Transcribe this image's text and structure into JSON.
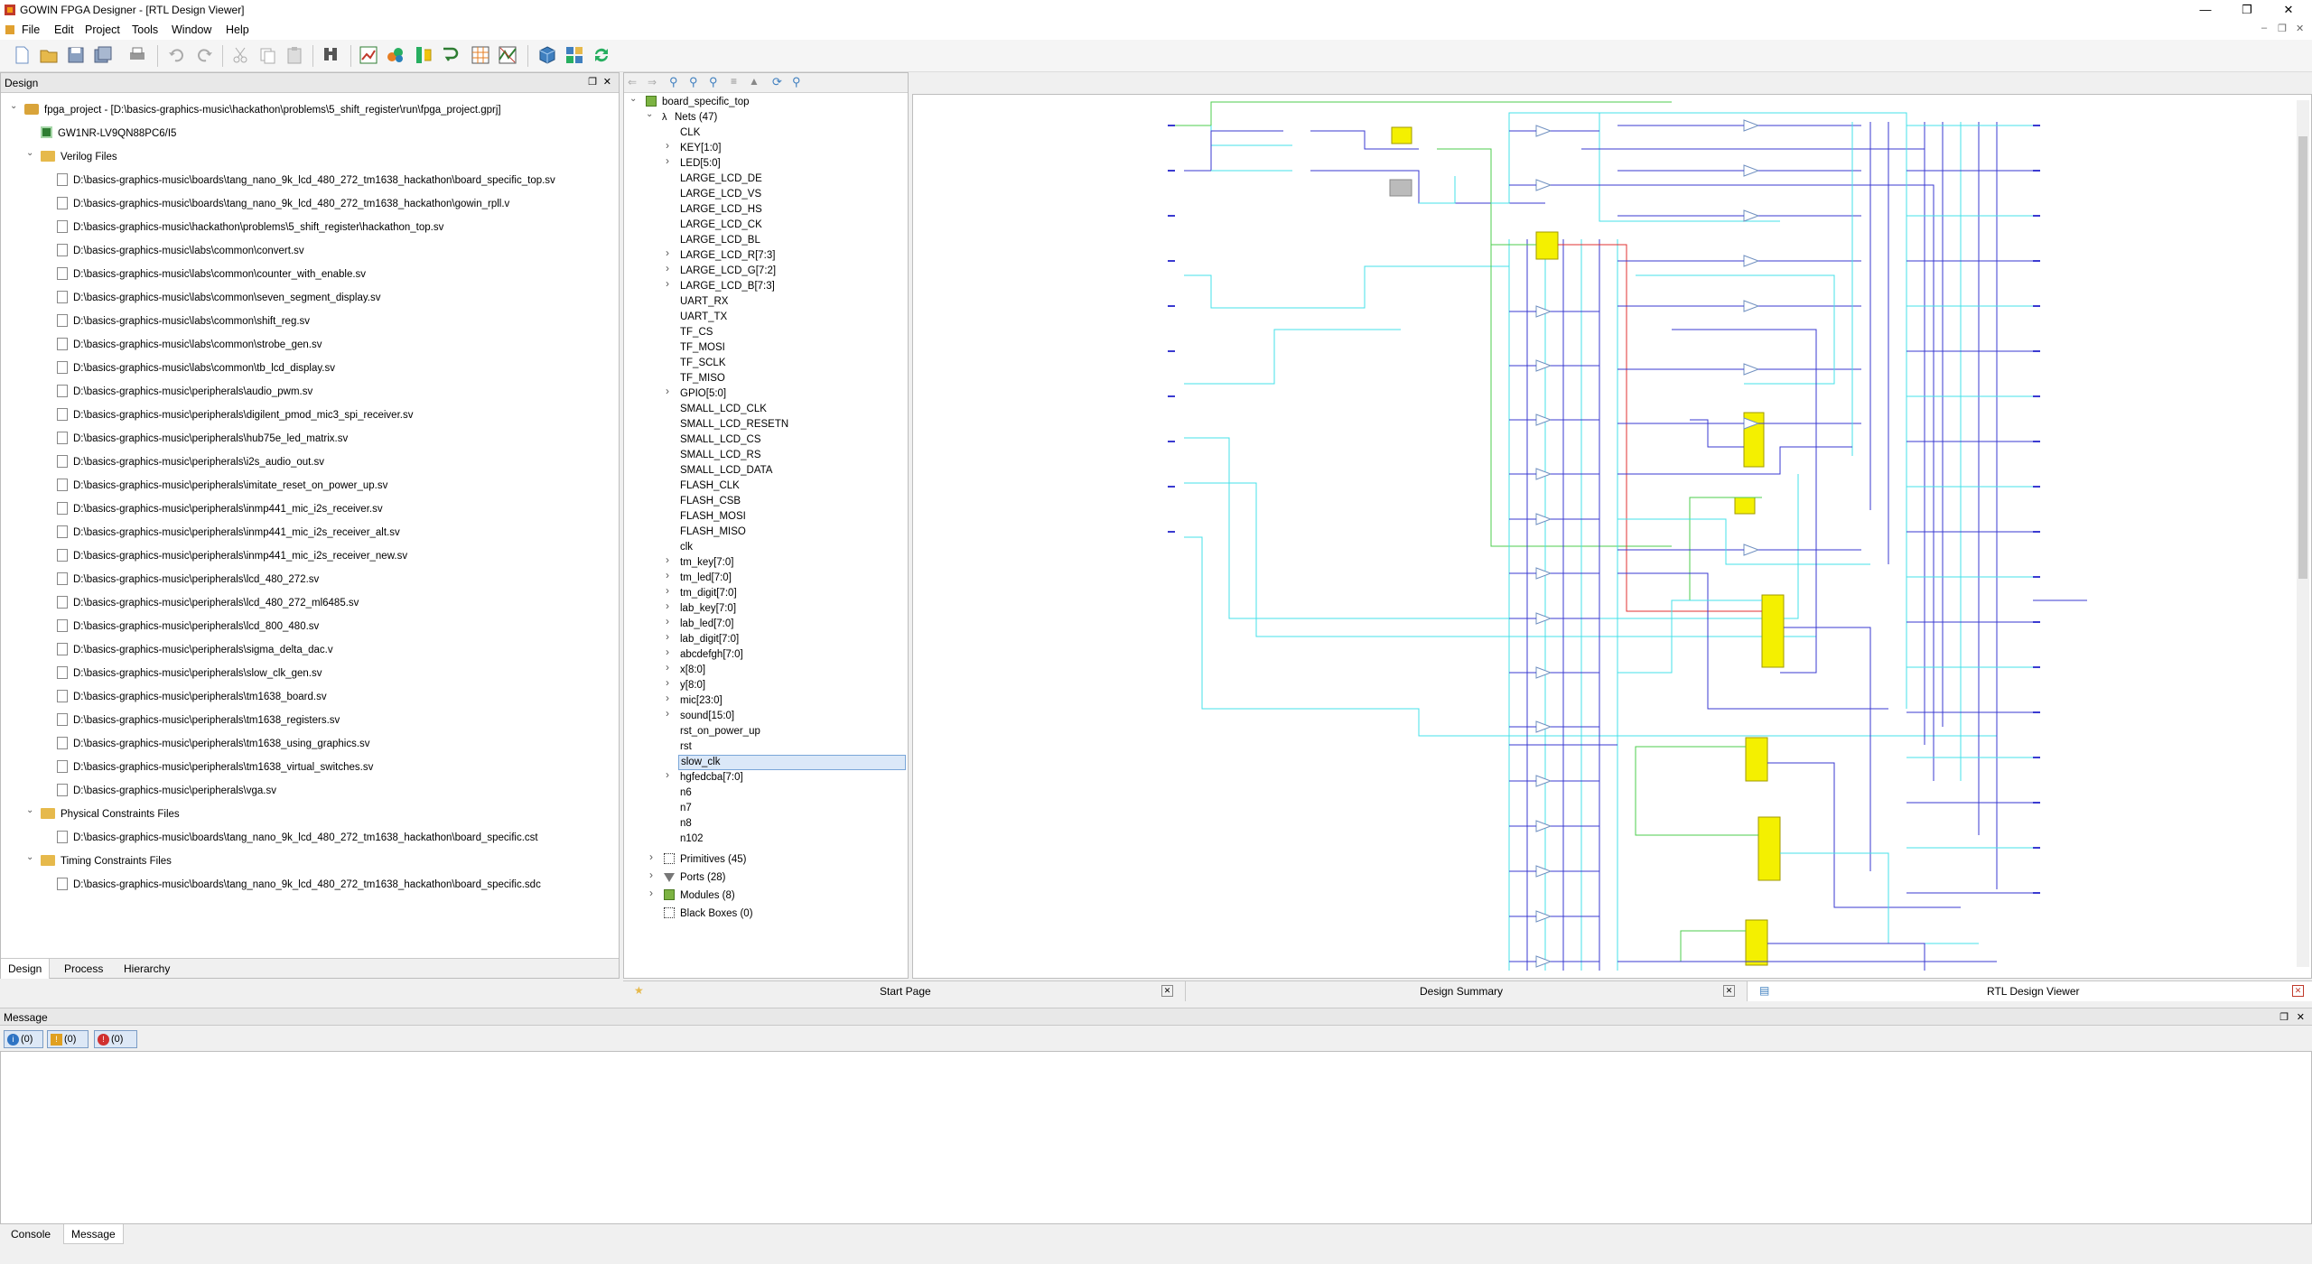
{
  "window": {
    "title": "GOWIN FPGA Designer - [RTL Design Viewer]"
  },
  "menu": [
    "File",
    "Edit",
    "Project",
    "Tools",
    "Window",
    "Help"
  ],
  "design_panel": {
    "title": "Design",
    "project": "fpga_project - [D:\\basics-graphics-music\\hackathon\\problems\\5_shift_register\\run\\fpga_project.gprj]",
    "device": "GW1NR-LV9QN88PC6/I5",
    "verilog_folder": "Verilog Files",
    "verilog_files": [
      "D:\\basics-graphics-music\\boards\\tang_nano_9k_lcd_480_272_tm1638_hackathon\\board_specific_top.sv",
      "D:\\basics-graphics-music\\boards\\tang_nano_9k_lcd_480_272_tm1638_hackathon\\gowin_rpll.v",
      "D:\\basics-graphics-music\\hackathon\\problems\\5_shift_register\\hackathon_top.sv",
      "D:\\basics-graphics-music\\labs\\common\\convert.sv",
      "D:\\basics-graphics-music\\labs\\common\\counter_with_enable.sv",
      "D:\\basics-graphics-music\\labs\\common\\seven_segment_display.sv",
      "D:\\basics-graphics-music\\labs\\common\\shift_reg.sv",
      "D:\\basics-graphics-music\\labs\\common\\strobe_gen.sv",
      "D:\\basics-graphics-music\\labs\\common\\tb_lcd_display.sv",
      "D:\\basics-graphics-music\\peripherals\\audio_pwm.sv",
      "D:\\basics-graphics-music\\peripherals\\digilent_pmod_mic3_spi_receiver.sv",
      "D:\\basics-graphics-music\\peripherals\\hub75e_led_matrix.sv",
      "D:\\basics-graphics-music\\peripherals\\i2s_audio_out.sv",
      "D:\\basics-graphics-music\\peripherals\\imitate_reset_on_power_up.sv",
      "D:\\basics-graphics-music\\peripherals\\inmp441_mic_i2s_receiver.sv",
      "D:\\basics-graphics-music\\peripherals\\inmp441_mic_i2s_receiver_alt.sv",
      "D:\\basics-graphics-music\\peripherals\\inmp441_mic_i2s_receiver_new.sv",
      "D:\\basics-graphics-music\\peripherals\\lcd_480_272.sv",
      "D:\\basics-graphics-music\\peripherals\\lcd_480_272_ml6485.sv",
      "D:\\basics-graphics-music\\peripherals\\lcd_800_480.sv",
      "D:\\basics-graphics-music\\peripherals\\sigma_delta_dac.v",
      "D:\\basics-graphics-music\\peripherals\\slow_clk_gen.sv",
      "D:\\basics-graphics-music\\peripherals\\tm1638_board.sv",
      "D:\\basics-graphics-music\\peripherals\\tm1638_registers.sv",
      "D:\\basics-graphics-music\\peripherals\\tm1638_using_graphics.sv",
      "D:\\basics-graphics-music\\peripherals\\tm1638_virtual_switches.sv",
      "D:\\basics-graphics-music\\peripherals\\vga.sv"
    ],
    "physical_folder": "Physical Constraints Files",
    "physical_files": [
      "D:\\basics-graphics-music\\boards\\tang_nano_9k_lcd_480_272_tm1638_hackathon\\board_specific.cst"
    ],
    "timing_folder": "Timing Constraints Files",
    "timing_files": [
      "D:\\basics-graphics-music\\boards\\tang_nano_9k_lcd_480_272_tm1638_hackathon\\board_specific.sdc"
    ],
    "tabs": [
      "Design",
      "Process",
      "Hierarchy"
    ]
  },
  "net_tree": {
    "root": "board_specific_top",
    "nets_label": "Nets (47)",
    "nets": [
      {
        "label": "CLK",
        "exp": false
      },
      {
        "label": "KEY[1:0]",
        "exp": true
      },
      {
        "label": "LED[5:0]",
        "exp": true
      },
      {
        "label": "LARGE_LCD_DE",
        "exp": false
      },
      {
        "label": "LARGE_LCD_VS",
        "exp": false
      },
      {
        "label": "LARGE_LCD_HS",
        "exp": false
      },
      {
        "label": "LARGE_LCD_CK",
        "exp": false
      },
      {
        "label": "LARGE_LCD_BL",
        "exp": false
      },
      {
        "label": "LARGE_LCD_R[7:3]",
        "exp": true
      },
      {
        "label": "LARGE_LCD_G[7:2]",
        "exp": true
      },
      {
        "label": "LARGE_LCD_B[7:3]",
        "exp": true
      },
      {
        "label": "UART_RX",
        "exp": false
      },
      {
        "label": "UART_TX",
        "exp": false
      },
      {
        "label": "TF_CS",
        "exp": false
      },
      {
        "label": "TF_MOSI",
        "exp": false
      },
      {
        "label": "TF_SCLK",
        "exp": false
      },
      {
        "label": "TF_MISO",
        "exp": false
      },
      {
        "label": "GPIO[5:0]",
        "exp": true
      },
      {
        "label": "SMALL_LCD_CLK",
        "exp": false
      },
      {
        "label": "SMALL_LCD_RESETN",
        "exp": false
      },
      {
        "label": "SMALL_LCD_CS",
        "exp": false
      },
      {
        "label": "SMALL_LCD_RS",
        "exp": false
      },
      {
        "label": "SMALL_LCD_DATA",
        "exp": false
      },
      {
        "label": "FLASH_CLK",
        "exp": false
      },
      {
        "label": "FLASH_CSB",
        "exp": false
      },
      {
        "label": "FLASH_MOSI",
        "exp": false
      },
      {
        "label": "FLASH_MISO",
        "exp": false
      },
      {
        "label": "clk",
        "exp": false
      },
      {
        "label": "tm_key[7:0]",
        "exp": true
      },
      {
        "label": "tm_led[7:0]",
        "exp": true
      },
      {
        "label": "tm_digit[7:0]",
        "exp": true
      },
      {
        "label": "lab_key[7:0]",
        "exp": true
      },
      {
        "label": "lab_led[7:0]",
        "exp": true
      },
      {
        "label": "lab_digit[7:0]",
        "exp": true
      },
      {
        "label": "abcdefgh[7:0]",
        "exp": true
      },
      {
        "label": "x[8:0]",
        "exp": true
      },
      {
        "label": "y[8:0]",
        "exp": true
      },
      {
        "label": "mic[23:0]",
        "exp": true
      },
      {
        "label": "sound[15:0]",
        "exp": true
      },
      {
        "label": "rst_on_power_up",
        "exp": false
      },
      {
        "label": "rst",
        "exp": false
      },
      {
        "label": "slow_clk",
        "exp": false,
        "selected": true
      },
      {
        "label": "hgfedcba[7:0]",
        "exp": true
      },
      {
        "label": "n6",
        "exp": false
      },
      {
        "label": "n7",
        "exp": false
      },
      {
        "label": "n8",
        "exp": false
      },
      {
        "label": "n102",
        "exp": false
      }
    ],
    "groups": [
      "Primitives (45)",
      "Ports (28)",
      "Modules (8)",
      "Black Boxes (0)"
    ]
  },
  "doc_tabs": [
    "Start Page",
    "Design Summary",
    "RTL Design Viewer"
  ],
  "message_panel": {
    "title": "Message",
    "info_count": "(0)",
    "warning_count": "(0)",
    "error_count": "(0)"
  },
  "bottom_tabs": [
    "Console",
    "Message"
  ],
  "colors": {
    "wire_blue": "#3a3ad0",
    "wire_cyan": "#44e0e8",
    "wire_green": "#4ccc4c",
    "wire_red": "#e03030",
    "block_yellow": "#f4f000"
  }
}
